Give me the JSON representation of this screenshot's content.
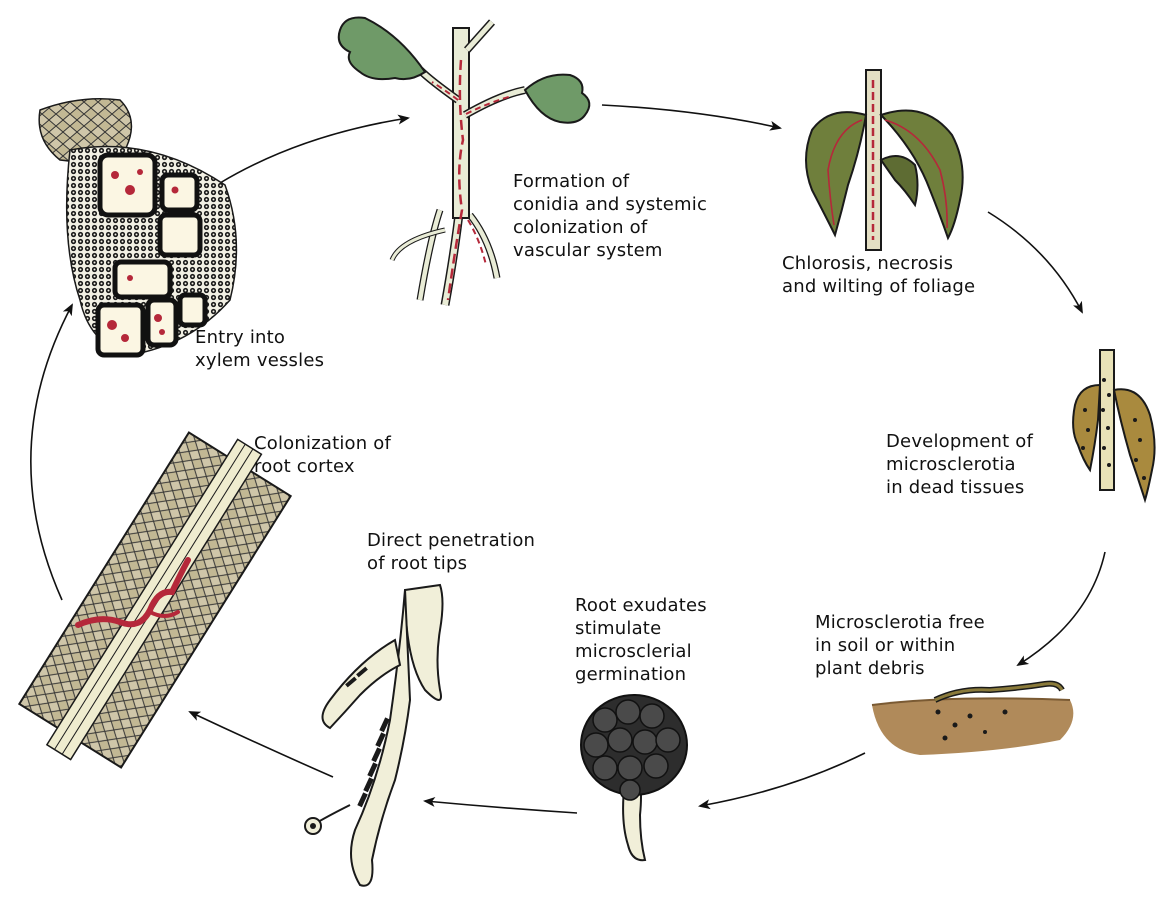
{
  "stages": [
    {
      "id": "formation",
      "label": "Formation of\nconidia and systemic\ncolonization of\nvascular system",
      "icon": "infected-seedling-icon"
    },
    {
      "id": "chlorosis",
      "label": "Chlorosis, necrosis\nand wilting of foliage",
      "icon": "wilted-plant-icon"
    },
    {
      "id": "micro-dev",
      "label": "Development of\nmicrosclerotia\nin dead tissues",
      "icon": "dead-stem-icon"
    },
    {
      "id": "micro-free",
      "label": "Microsclerotia free\nin soil or within\nplant debris",
      "icon": "soil-debris-icon"
    },
    {
      "id": "exudates",
      "label": "Root exudates\nstimulate\nmicrosclerial\ngermination",
      "icon": "germinating-microsclerotium-icon"
    },
    {
      "id": "direct",
      "label": "Direct penetration\nof root tips",
      "icon": "root-tip-icon"
    },
    {
      "id": "cortex",
      "label": "Colonization of\nroot cortex",
      "icon": "root-cortex-icon"
    },
    {
      "id": "entry",
      "label": "Entry into\nxylem vessles",
      "icon": "xylem-cross-section-icon"
    }
  ],
  "colors": {
    "leaf": "#6f9a68",
    "leaf_dark": "#4f6e45",
    "stem": "#e9ecd6",
    "infection": "#b5283a",
    "wilt_leaf": "#6f7f3c",
    "dead_tissue": "#a98a3e",
    "soil": "#b08a5a",
    "sclerotium": "#2d2d2d",
    "root": "#f1efd9",
    "cell": "#c9bfa1",
    "outline": "#1a1a1a"
  }
}
